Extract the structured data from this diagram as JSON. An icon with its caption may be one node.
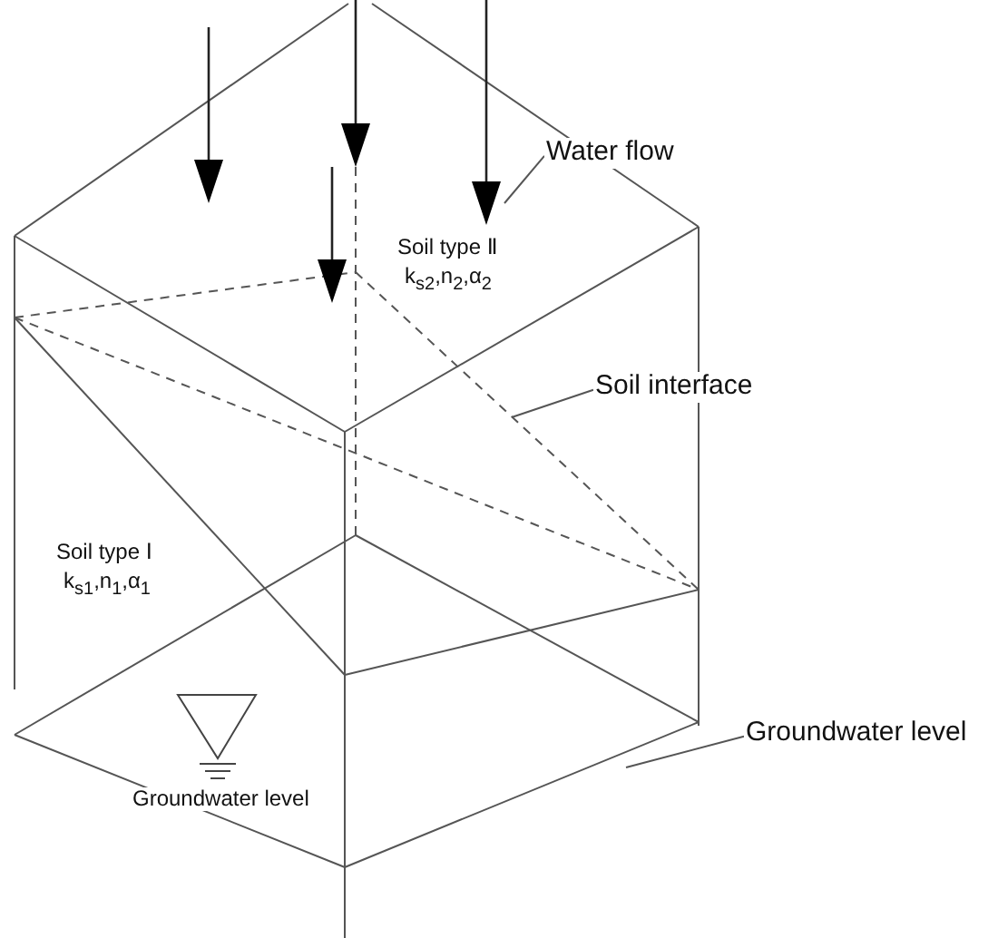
{
  "diagram": {
    "nodes": [
      {
        "text": [
          "Water flow"
        ]
      },
      {
        "text": [
          "Soil interface"
        ]
      },
      {
        "text": [
          "Groundwater level"
        ]
      }
    ],
    "edges": [
      {
        "from": 0,
        "to": null,
        "arrow": "none"
      },
      {
        "from": 1,
        "to": null,
        "arrow": "none"
      },
      {
        "from": 2,
        "to": null,
        "arrow": "none"
      }
    ],
    "labels": [
      "Soil type Ⅱ",
      "k$_{s2}$,n$_{2}$,α$_{2}$",
      "Soil type Ⅰ",
      "k$_{s1}$,n$_{1}$,α$_{1}$",
      "Groundwater level"
    ]
  }
}
